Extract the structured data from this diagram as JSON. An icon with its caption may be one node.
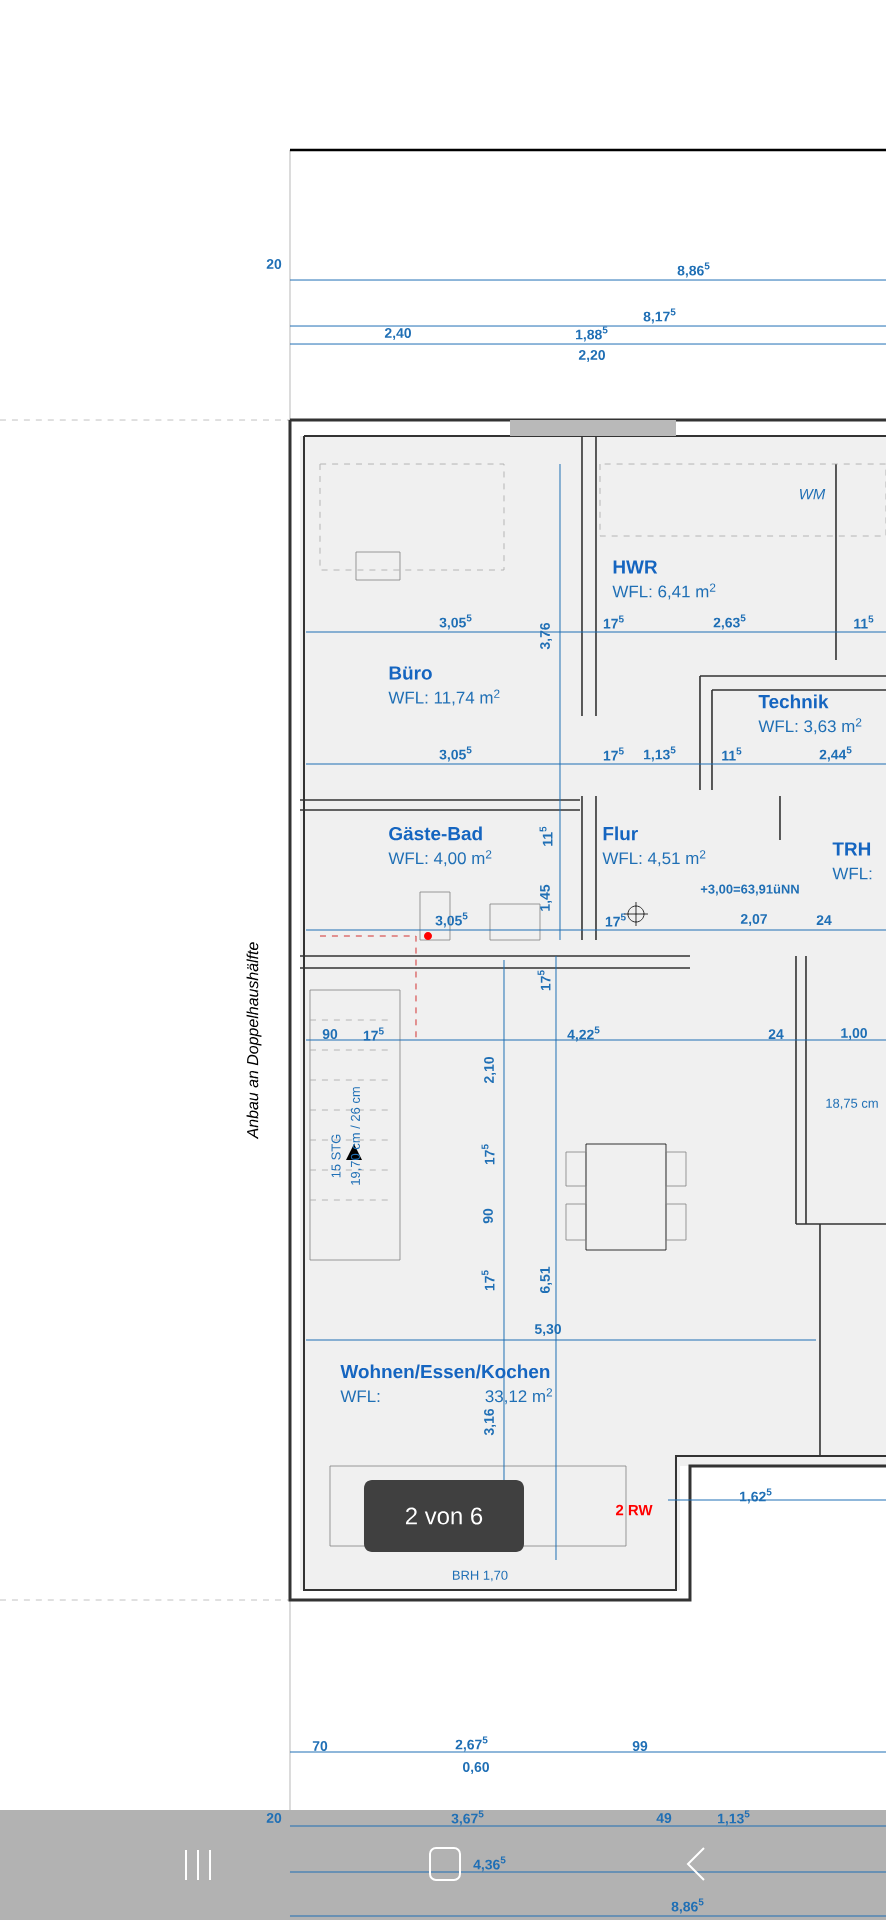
{
  "diagram": {
    "nodes": [
      {
        "text": [
          "Büro",
          "WFL: 11,74 m$^{2}$"
        ]
      },
      {
        "text": [
          "HWR",
          "WFL: 6,41 m$^{2}$"
        ]
      },
      {
        "text": [
          "Technik",
          "WFL: 3,63 m$^{2}$"
        ]
      },
      {
        "text": [
          "Gäste-Bad",
          "WFL: 4,00 m$^{2}$"
        ]
      },
      {
        "text": [
          "Flur",
          "WFL: 4,51 m$^{2}$"
        ]
      },
      {
        "text": [
          "TRH",
          "WFL:"
        ]
      },
      {
        "text": [
          "Wohnen/Essen/Kochen",
          "WFL:",
          "33,12 m$^{2}$"
        ]
      }
    ],
    "labels": [
      "8,86$^{5}$",
      "20",
      "8,17$^{5}$",
      "2,40",
      "1,88$^{5}$",
      "2,20",
      "WM",
      "3,05$^{5}$",
      "17$^{5}$",
      "2,63$^{5}$",
      "11$^{5}$",
      "3,76",
      "3,05$^{5}$",
      "17$^{5}$",
      "1,13$^{5}$",
      "11$^{5}$",
      "2,44$^{5}$",
      "11$^{5}$",
      "1,45",
      "+3,00=63,91üNN",
      "3,05$^{5}$",
      "17$^{5}$",
      "2,07",
      "24",
      "17$^{5}$",
      "90",
      "17$^{5}$",
      "4,22$^{5}$",
      "24",
      "1,00",
      "2,10",
      "15 STG",
      "19,70 cm / 26 cm",
      "18,75 cm",
      "17$^{5}$",
      "90",
      "17$^{5}$",
      "6,51",
      "5,30",
      "3,16",
      "2 RW",
      "1,62$^{5}$",
      "BRH 1,70",
      "2 von 6",
      "Anbau an Doppelhaushälfte",
      "70",
      "2,67$^{5}$",
      "0,60",
      "99",
      "20",
      "3,67$^{5}$",
      "49",
      "1,13$^{5}$",
      "4,36$^{5}$",
      "8,86$^{5}$"
    ]
  }
}
